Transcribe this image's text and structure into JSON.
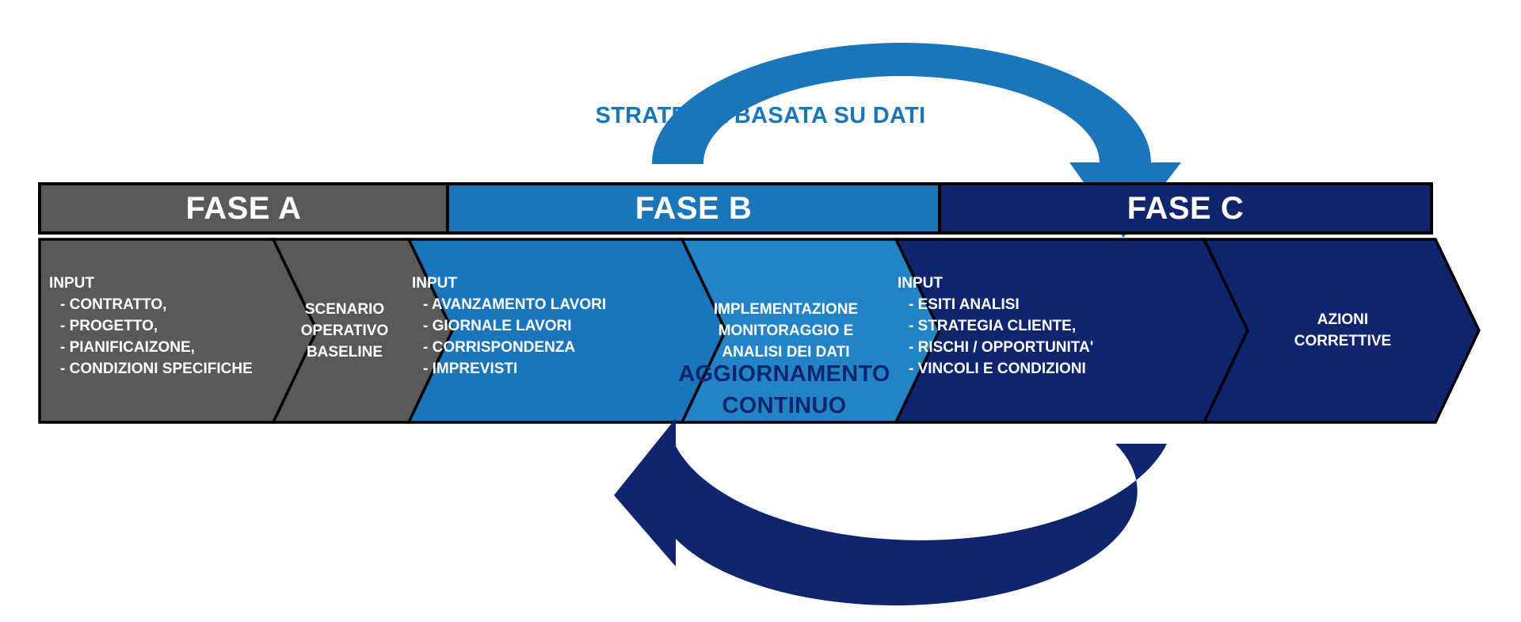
{
  "colors": {
    "phase_a": "#595959",
    "phase_b": "#1b75bb",
    "phase_b_light": "#2284c6",
    "phase_c": "#10256e",
    "outline": "#000000",
    "text_on_fill": "#ffffff",
    "arc_top": "#1b75bb",
    "arc_bottom": "#10256e",
    "background": "#ffffff"
  },
  "phases": [
    {
      "id": "fase-a",
      "label": "FASE A",
      "color": "#595959"
    },
    {
      "id": "fase-b",
      "label": "FASE B",
      "color": "#1b75bb"
    },
    {
      "id": "fase-c",
      "label": "FASE C",
      "color": "#10256e"
    }
  ],
  "segments": [
    {
      "id": "input-contratto",
      "phase": "FASE A",
      "align": "left",
      "lead": "INPUT",
      "bullets": [
        "- CONTRATTO,",
        "- PROGETTO,",
        "- PIANIFICAIZONE,",
        "- CONDIZIONI SPECIFICHE"
      ]
    },
    {
      "id": "scenario-operativo-baseline",
      "phase": "FASE A",
      "align": "center",
      "lead": "",
      "bullets": [
        "SCENARIO",
        "OPERATIVO",
        "BASELINE"
      ]
    },
    {
      "id": "input-avanzamento",
      "phase": "FASE B",
      "align": "left",
      "lead": "INPUT",
      "bullets": [
        "- AVANZAMENTO LAVORI",
        "- GIORNALE LAVORI",
        "- CORRISPONDENZA",
        "- IMPREVISTI"
      ]
    },
    {
      "id": "implementazione-monitoraggio",
      "phase": "FASE B",
      "align": "center",
      "lead": "",
      "bullets": [
        "IMPLEMENTAZIONE",
        "MONITORAGGIO E",
        "ANALISI DEI DATI"
      ]
    },
    {
      "id": "input-esiti-analisi",
      "phase": "FASE C",
      "align": "left",
      "lead": "INPUT",
      "bullets": [
        "- ESITI ANALISI",
        "- STRATEGIA CLIENTE,",
        "- RISCHI / OPPORTUNITA'",
        "- VINCOLI E CONDIZIONI"
      ]
    },
    {
      "id": "azioni-correttive",
      "phase": "FASE C",
      "align": "center",
      "lead": "",
      "bullets": [
        "AZIONI",
        "CORRETTIVE"
      ]
    }
  ],
  "arcs": {
    "top": {
      "id": "strategia-basata-su-dati",
      "caption": "STRATEGIA BASATA SU DATI",
      "direction": "left-to-right",
      "color": "#1b75bb"
    },
    "bottom": {
      "id": "aggiornamento-continuo",
      "caption_line1": "AGGIORNAMENTO",
      "caption_line2": "CONTINUO",
      "direction": "right-to-left",
      "color": "#10256e"
    }
  }
}
